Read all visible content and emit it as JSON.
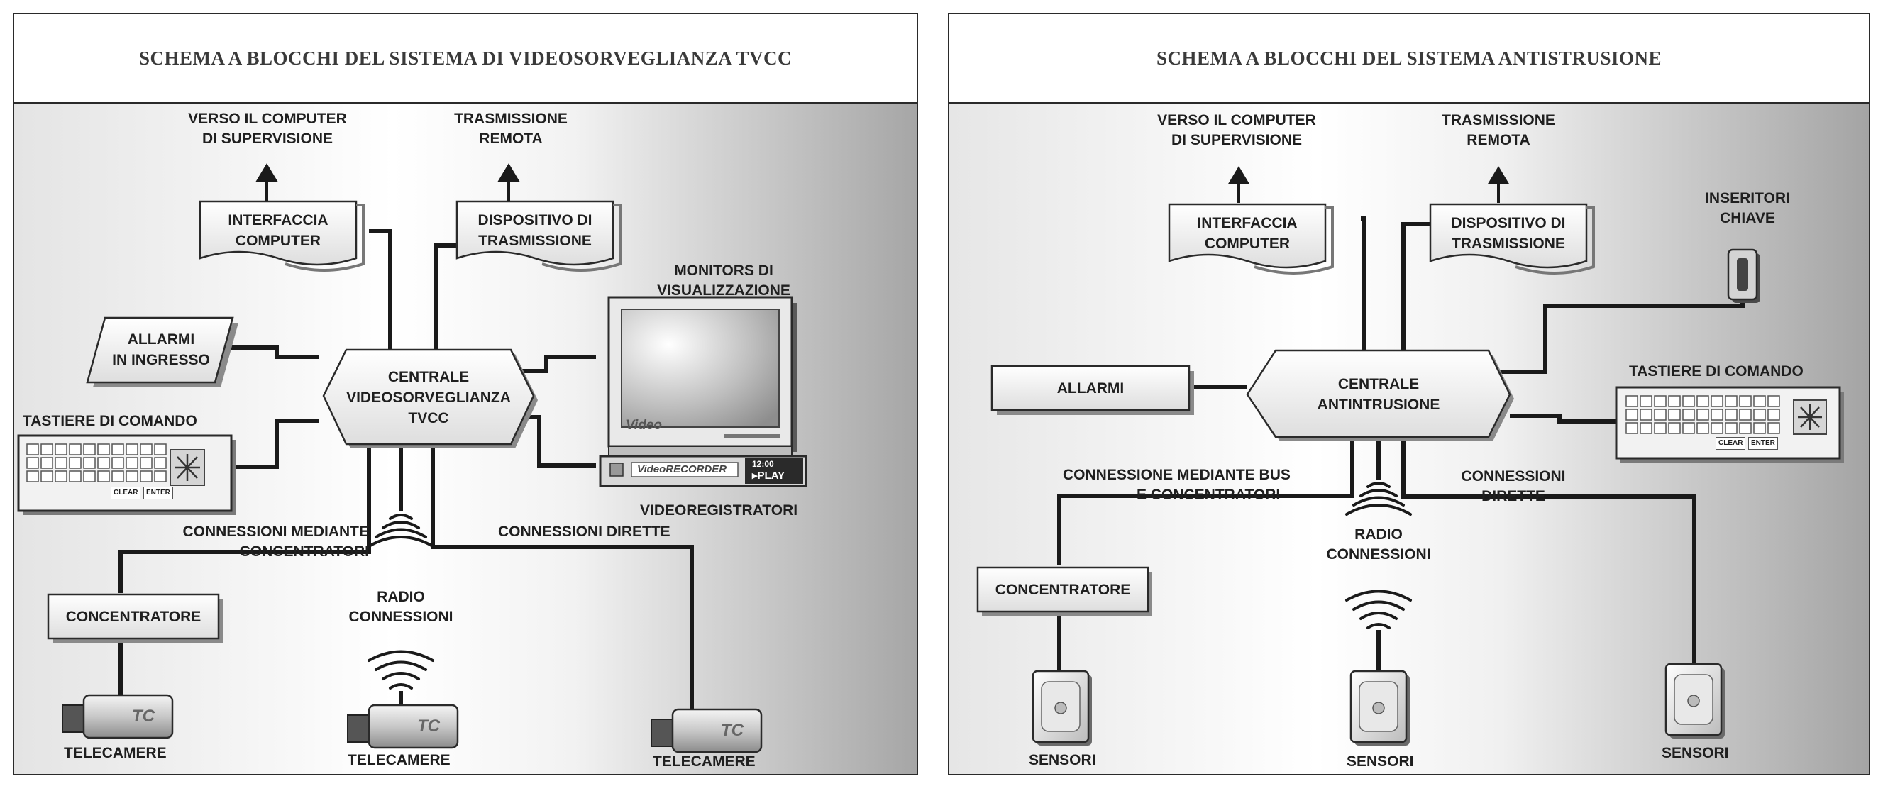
{
  "left": {
    "title": "SCHEMA A BLOCCHI DEL SISTEMA DI VIDEOSORVEGLIANZA TVCC",
    "supervision_label_1": "VERSO IL COMPUTER",
    "supervision_label_2": "DI SUPERVISIONE",
    "remote_label_1": "TRASMISSIONE",
    "remote_label_2": "REMOTA",
    "interface_1": "INTERFACCIA",
    "interface_2": "COMPUTER",
    "transmitter_1": "DISPOSITIVO DI",
    "transmitter_2": "TRASMISSIONE",
    "monitors_1": "MONITORS DI",
    "monitors_2": "VISUALIZZAZIONE",
    "monitor_brand": "Video",
    "alarms_1": "ALLARMI",
    "alarms_2": "IN INGRESSO",
    "central_1": "CENTRALE",
    "central_2": "VIDEOSORVEGLIANZA",
    "central_3": "TVCC",
    "keyboards": "TASTIERE DI COMANDO",
    "key_clear": "CLEAR",
    "key_enter": "ENTER",
    "recorder_brand": "VideoRECORDER",
    "recorder_time": "12:00",
    "recorder_play": "▸PLAY",
    "recorders": "VIDEOREGISTRATORI",
    "conn_hub_1": "CONNESSIONI MEDIANTE",
    "conn_hub_2": "CONCENTRATORI",
    "conn_direct": "CONNESSIONI DIRETTE",
    "concentrator": "CONCENTRATORE",
    "radio_1": "RADIO",
    "radio_2": "CONNESSIONI",
    "camera_tag": "TC",
    "cameras": "TELECAMERE"
  },
  "right": {
    "title": "SCHEMA A BLOCCHI DEL SISTEMA ANTISTRUSIONE",
    "supervision_label_1": "VERSO IL COMPUTER",
    "supervision_label_2": "DI SUPERVISIONE",
    "remote_label_1": "TRASMISSIONE",
    "remote_label_2": "REMOTA",
    "interface_1": "INTERFACCIA",
    "interface_2": "COMPUTER",
    "transmitter_1": "DISPOSITIVO DI",
    "transmitter_2": "TRASMISSIONE",
    "key_inserters_1": "INSERITORI",
    "key_inserters_2": "CHIAVE",
    "keyboards": "TASTIERE DI COMANDO",
    "key_clear": "CLEAR",
    "key_enter": "ENTER",
    "alarms": "ALLARMI",
    "central_1": "CENTRALE",
    "central_2": "ANTINTRUSIONE",
    "conn_bus_1": "CONNESSIONE MEDIANTE BUS",
    "conn_bus_2": "E CONCENTRATORI",
    "conn_direct_1": "CONNESSIONI",
    "conn_direct_2": "DIRETTE",
    "concentrator": "CONCENTRATORE",
    "radio_1": "RADIO",
    "radio_2": "CONNESSIONI",
    "sensors": "SENSORI"
  }
}
